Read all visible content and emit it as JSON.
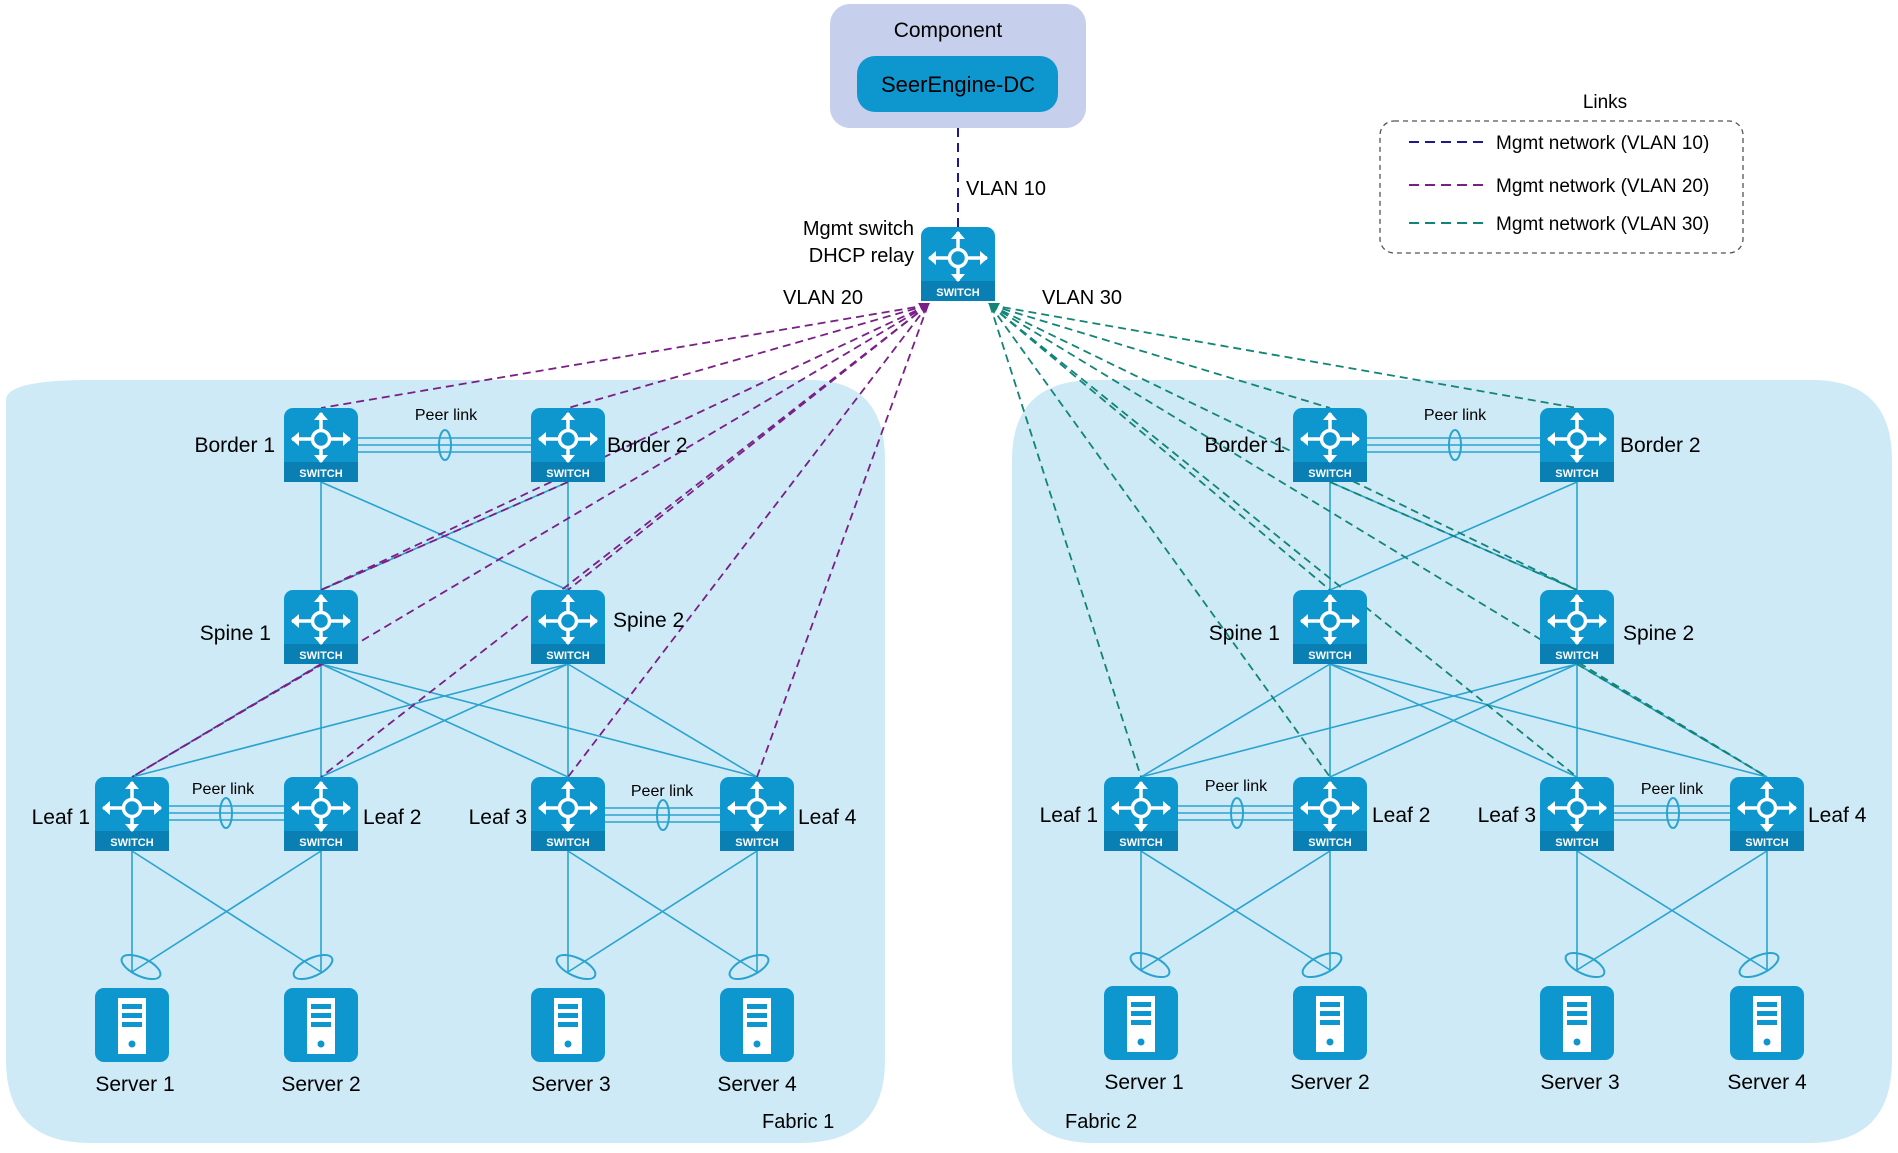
{
  "component": {
    "title": "Component",
    "item": "SeerEngine-DC"
  },
  "legend": {
    "title": "Links",
    "items": [
      {
        "label": "Mgmt network (VLAN 10)",
        "color": "#1f1a8c"
      },
      {
        "label": "Mgmt network (VLAN 20)",
        "color": "#7a1f86"
      },
      {
        "label": "Mgmt network (VLAN 30)",
        "color": "#128478"
      }
    ]
  },
  "mgmt": {
    "line1": "Mgmt switch",
    "line2": "DHCP relay",
    "vlan10": "VLAN 10",
    "vlan20": "VLAN 20",
    "vlan30": "VLAN 30"
  },
  "switch_caption": "SWITCH",
  "peer_link": "Peer link",
  "fabric1": {
    "name": "Fabric 1",
    "border1": "Border 1",
    "border2": "Border 2",
    "spine1": "Spine 1",
    "spine2": "Spine 2",
    "leaf1": "Leaf 1",
    "leaf2": "Leaf 2",
    "leaf3": "Leaf 3",
    "leaf4": "Leaf 4",
    "server1": "Server 1",
    "server2": "Server 2",
    "server3": "Server 3",
    "server4": "Server 4"
  },
  "fabric2": {
    "name": "Fabric 2",
    "border1": "Border 1",
    "border2": "Border 2",
    "spine1": "Spine 1",
    "spine2": "Spine 2",
    "leaf1": "Leaf 1",
    "leaf2": "Leaf 2",
    "leaf3": "Leaf 3",
    "leaf4": "Leaf 4",
    "server1": "Server 1",
    "server2": "Server 2",
    "server3": "Server 3",
    "server4": "Server 4"
  },
  "colors": {
    "fabric_bg": "#cdeaf6",
    "component_bg": "#c6d0ec",
    "device": "#0e96cf",
    "link": "#2aa3cf"
  }
}
